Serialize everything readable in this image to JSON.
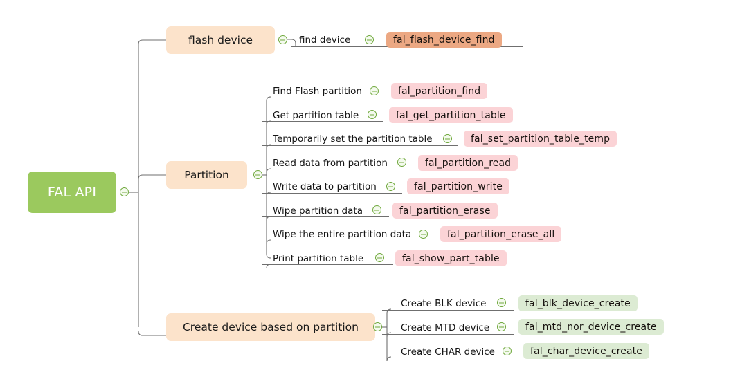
{
  "diagram": {
    "type": "mindmap",
    "title": "FAL API",
    "background": "#ffffff",
    "colors": {
      "root_fill": "#9BC95E",
      "root_text": "#ffffff",
      "topic_fill": "#FCE3CB",
      "pill_orange": "#ECA883",
      "pill_pink": "#FBD3D6",
      "pill_green": "#DCEBD3",
      "connector": "#6f6f6f",
      "toggle_stroke": "#6FA83C"
    }
  },
  "root": {
    "label": "FAL API",
    "toggle": "collapse-toggle"
  },
  "branches": [
    {
      "id": "flash-device",
      "label": "flash device",
      "toggle": "collapse-toggle",
      "children": [
        {
          "label": "find device",
          "api": "fal_flash_device_find",
          "pill": "orange",
          "toggle": "collapse-toggle"
        }
      ]
    },
    {
      "id": "partition",
      "label": "Partition",
      "toggle": "collapse-toggle",
      "children": [
        {
          "label": "Find Flash partition",
          "api": "fal_partition_find",
          "pill": "pink",
          "toggle": "collapse-toggle"
        },
        {
          "label": "Get partition table",
          "api": "fal_get_partition_table",
          "pill": "pink",
          "toggle": "collapse-toggle"
        },
        {
          "label": "Temporarily set the partition table",
          "api": "fal_set_partition_table_temp",
          "pill": "pink",
          "toggle": "collapse-toggle"
        },
        {
          "label": "Read data from partition",
          "api": "fal_partition_read",
          "pill": "pink",
          "toggle": "collapse-toggle"
        },
        {
          "label": "Write data to partition",
          "api": "fal_partition_write",
          "pill": "pink",
          "toggle": "collapse-toggle"
        },
        {
          "label": "Wipe partition data",
          "api": "fal_partition_erase",
          "pill": "pink",
          "toggle": "collapse-toggle"
        },
        {
          "label": "Wipe the entire partition data",
          "api": "fal_partition_erase_all",
          "pill": "pink",
          "toggle": "collapse-toggle"
        },
        {
          "label": "Print partition table",
          "api": "fal_show_part_table",
          "pill": "pink",
          "toggle": "collapse-toggle"
        }
      ]
    },
    {
      "id": "create-device",
      "label": "Create device based on partition",
      "toggle": "collapse-toggle",
      "children": [
        {
          "label": "Create BLK device",
          "api": "fal_blk_device_create",
          "pill": "green",
          "toggle": "collapse-toggle"
        },
        {
          "label": "Create MTD device",
          "api": "fal_mtd_nor_device_create",
          "pill": "green",
          "toggle": "collapse-toggle"
        },
        {
          "label": "Create CHAR device",
          "api": "fal_char_device_create",
          "pill": "green",
          "toggle": "collapse-toggle"
        }
      ]
    }
  ]
}
